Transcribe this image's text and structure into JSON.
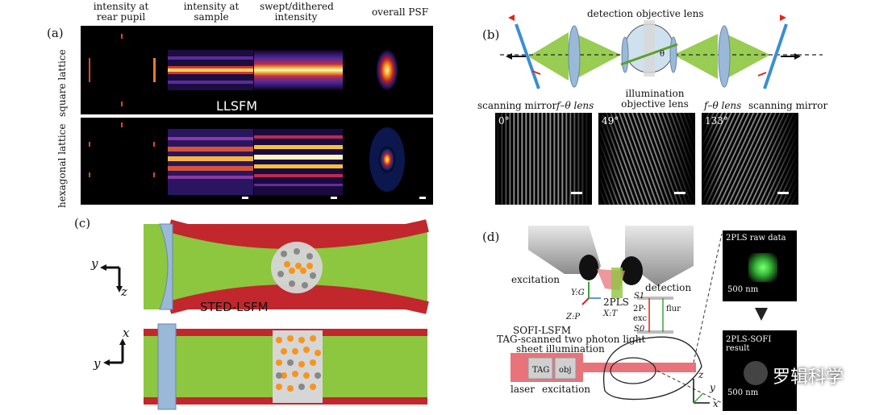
{
  "panel_a": {
    "tag": "(a)",
    "col_headers": [
      "intensity at rear pupil",
      "intensity at sample",
      "swept/dithered intensity",
      "overall PSF"
    ],
    "row_labels": [
      "square lattice",
      "hexagonal lattice"
    ],
    "method": "LLSFM"
  },
  "panel_b": {
    "tag": "(b)",
    "labels": {
      "detection_objective": "detection objective lens",
      "illumination_objective": "illumination objective lens",
      "scanning_mirror_left": "scanning mirror",
      "scanning_mirror_right": "scanning mirror",
      "ftheta_left": "f–θ lens",
      "ftheta_right": "f–θ lens",
      "theta": "θ"
    },
    "angles": [
      "0°",
      "49°",
      "133°"
    ]
  },
  "panel_c": {
    "tag": "(c)",
    "method": "STED-LSFM",
    "axes_top": {
      "h": "y",
      "v": "z"
    },
    "axes_bottom": {
      "h": "y",
      "v": "x"
    }
  },
  "panel_d": {
    "tag": "(d)",
    "labels": {
      "excitation_top": "excitation",
      "detection": "detection",
      "yg": "Y:G",
      "xt": "X:T",
      "zp": "Z:P",
      "twopls": "2PLS",
      "s1": "S1",
      "twop": "2P-",
      "exc": "exc",
      "flur": "flur",
      "s0": "S0",
      "sofi": "SOFI-LSFM",
      "tag_scanned": "TAG-scanned two photon light",
      "sheet": "sheet illumination",
      "tag": "TAG",
      "obj": "obj",
      "laser": "laser",
      "excitation_bottom": "excitation",
      "raw_title": "2PLS raw data",
      "raw_scale": "500 nm",
      "result_title": "2PLS-SOFI result",
      "result_scale": "500 nm",
      "axis_z": "z",
      "axis_y": "y",
      "axis_x": "x"
    }
  },
  "watermark": "罗辑科学",
  "colors": {
    "green": "#8dc63f",
    "red": "#c1272d",
    "blue": "#9ab8d8",
    "orange": "#f7941d",
    "gray": "#9a9a9a"
  }
}
